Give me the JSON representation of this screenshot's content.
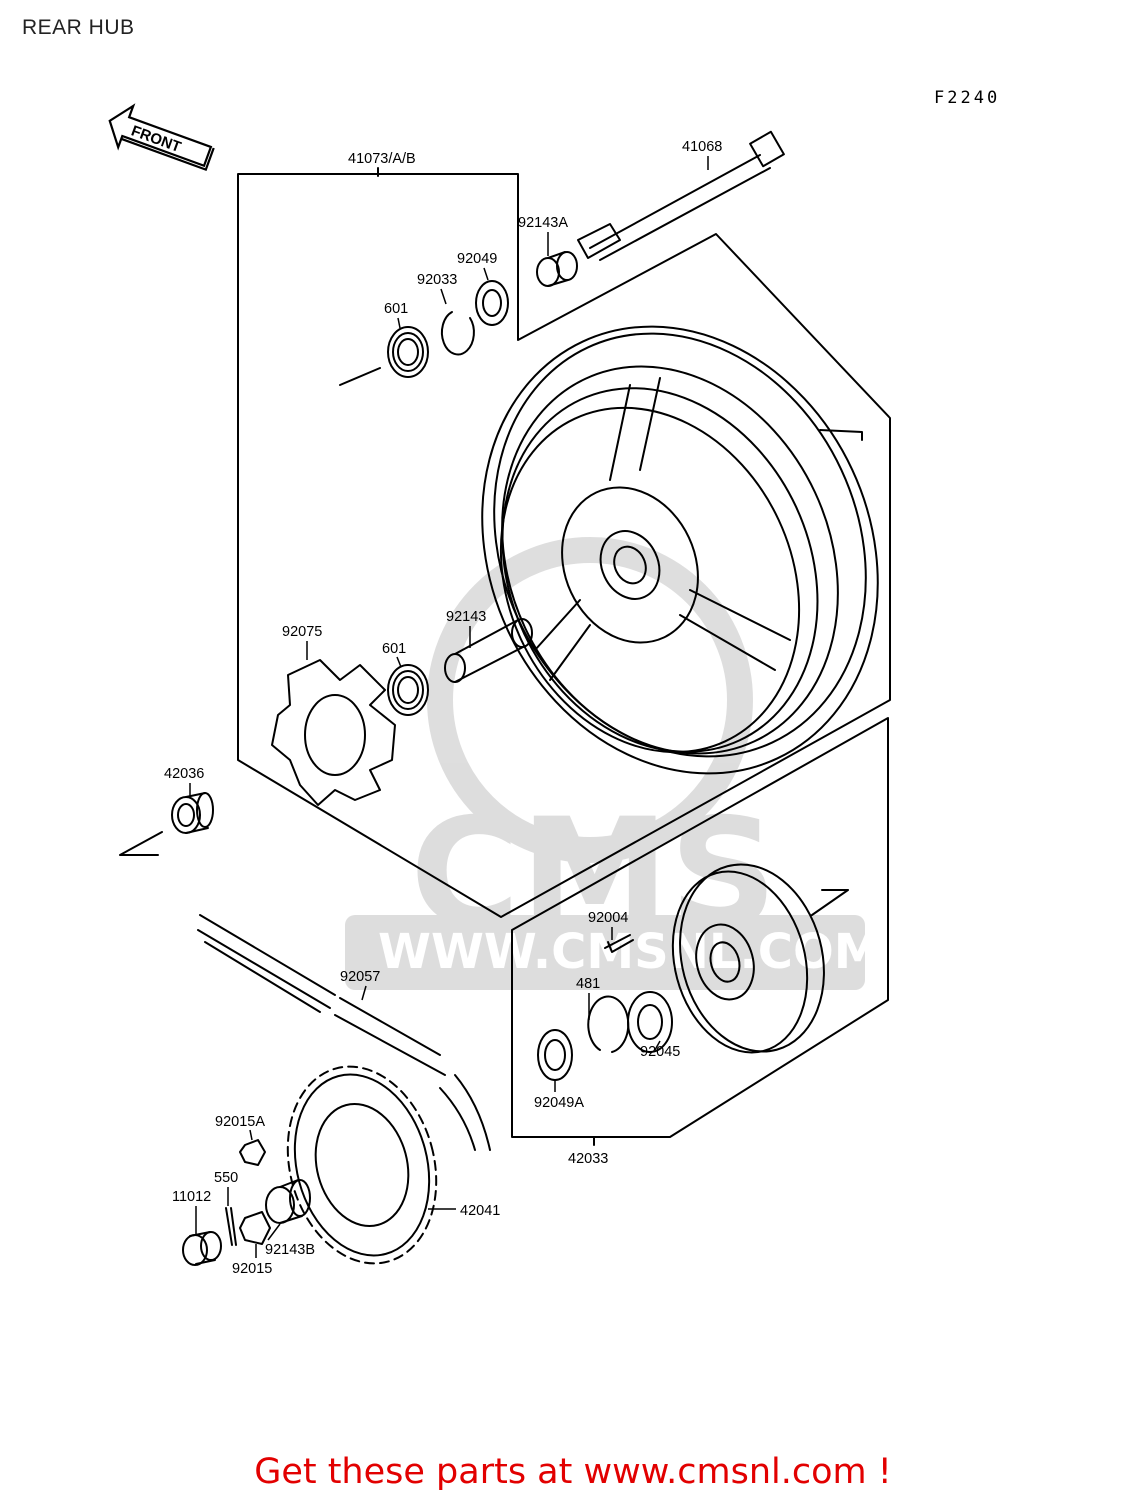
{
  "header": {
    "title": "REAR HUB",
    "figure_code": "F2240"
  },
  "direction_arrow": {
    "label": "FRONT"
  },
  "watermark": {
    "brand": "CMS",
    "url": "WWW.CMSNL.COM"
  },
  "part_labels": {
    "p41073": "41073/A/B",
    "p41068": "41068",
    "p92143A": "92143A",
    "p92049": "92049",
    "p92033": "92033",
    "p601_top": "601",
    "p92075": "92075",
    "p601_mid": "601",
    "p92143": "92143",
    "p42036": "42036",
    "p92004": "92004",
    "p92057": "92057",
    "p481": "481",
    "p92045": "92045",
    "p92049A": "92049A",
    "p42033": "42033",
    "p92015A": "92015A",
    "p550": "550",
    "p11012": "11012",
    "p92143B": "92143B",
    "p92015": "92015",
    "p42041": "42041"
  },
  "footer": {
    "promo": "Get these parts at www.cmsnl.com !"
  }
}
